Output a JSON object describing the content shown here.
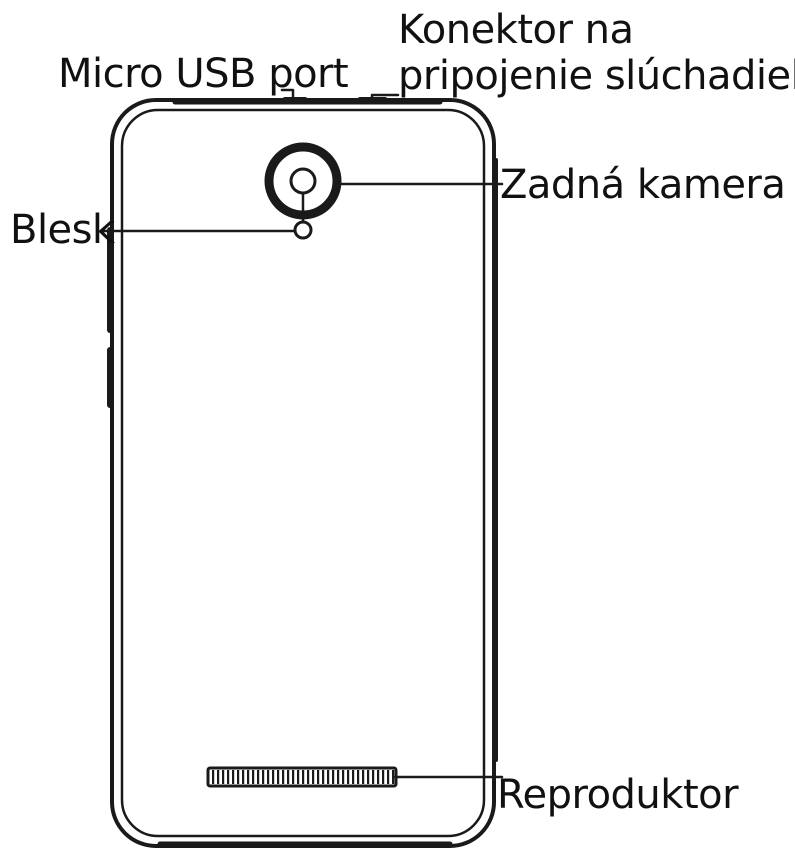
{
  "labels": {
    "micro_usb": "Micro USB port",
    "headphone_line1": "Konektor na",
    "headphone_line2": "pripojenie slúchadiel",
    "rear_camera": "Zadná kamera",
    "flash": "Blesk",
    "speaker": "Reproduktor"
  },
  "colors": {
    "stroke": "#1a1a1a",
    "background": "#ffffff"
  }
}
